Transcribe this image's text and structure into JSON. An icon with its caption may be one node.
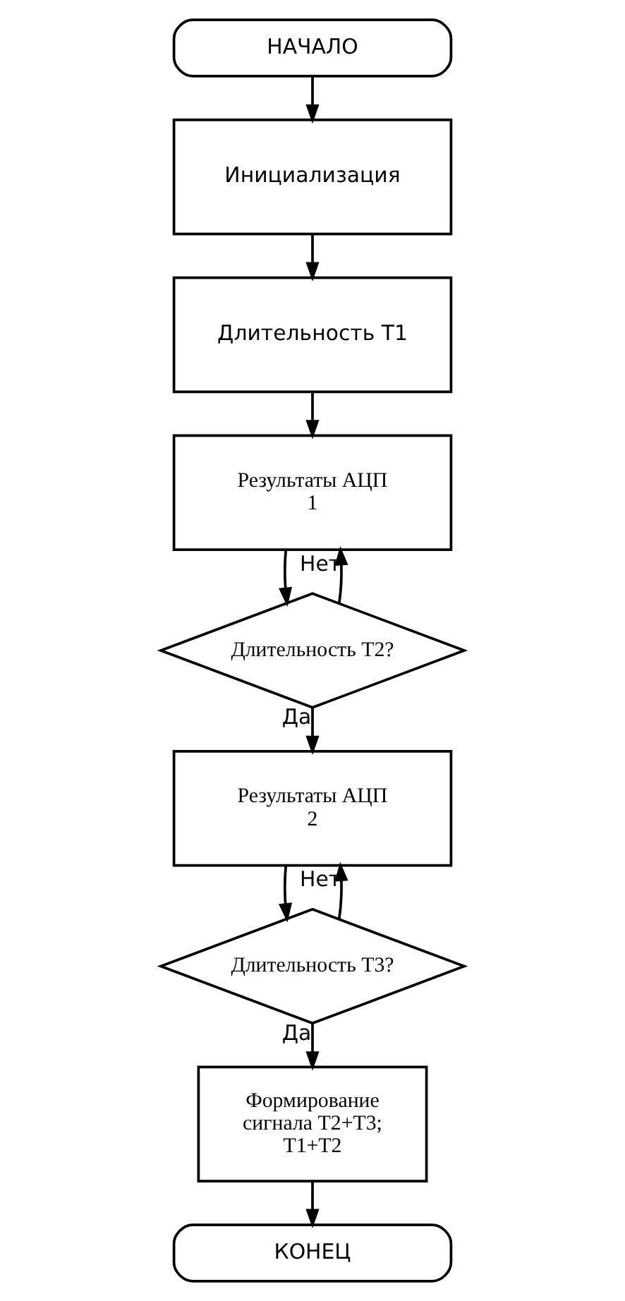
{
  "diagram": {
    "nodes": [
      {
        "text": [
          "НАЧАЛО"
        ]
      },
      {
        "text": [
          "Инициализация"
        ]
      },
      {
        "text": [
          "Длительность Т1"
        ]
      },
      {
        "text": [
          "Результаты АЦП 1"
        ]
      },
      {
        "text": [
          "Длительность Т2?"
        ]
      },
      {
        "text": [
          "Результаты АЦП 2"
        ]
      },
      {
        "text": [
          "Длительность Т3?"
        ]
      },
      {
        "text": [
          "Формирование сигнала Т2+Т3; Т1+Т2"
        ]
      },
      {
        "text": [
          "КОНЕЦ"
        ]
      }
    ],
    "edges": [
      {
        "from": 0,
        "to": 1,
        "arrow": "to"
      },
      {
        "from": 1,
        "to": 2,
        "arrow": "to"
      },
      {
        "from": 2,
        "to": 3,
        "arrow": "to"
      },
      {
        "from": 3,
        "to": 4,
        "arrow": "to"
      },
      {
        "from": 4,
        "to": 5,
        "arrow": "to",
        "label": "Да"
      },
      {
        "from": 4,
        "to": 3,
        "arrow": "to",
        "label": "Нет"
      },
      {
        "from": 5,
        "to": 6,
        "arrow": "to"
      },
      {
        "from": 6,
        "to": 5,
        "arrow": "to",
        "label": "Нет"
      },
      {
        "from": 6,
        "to": 7,
        "arrow": "to",
        "label": "Да"
      },
      {
        "from": 7,
        "to": 8,
        "arrow": "to"
      }
    ]
  }
}
